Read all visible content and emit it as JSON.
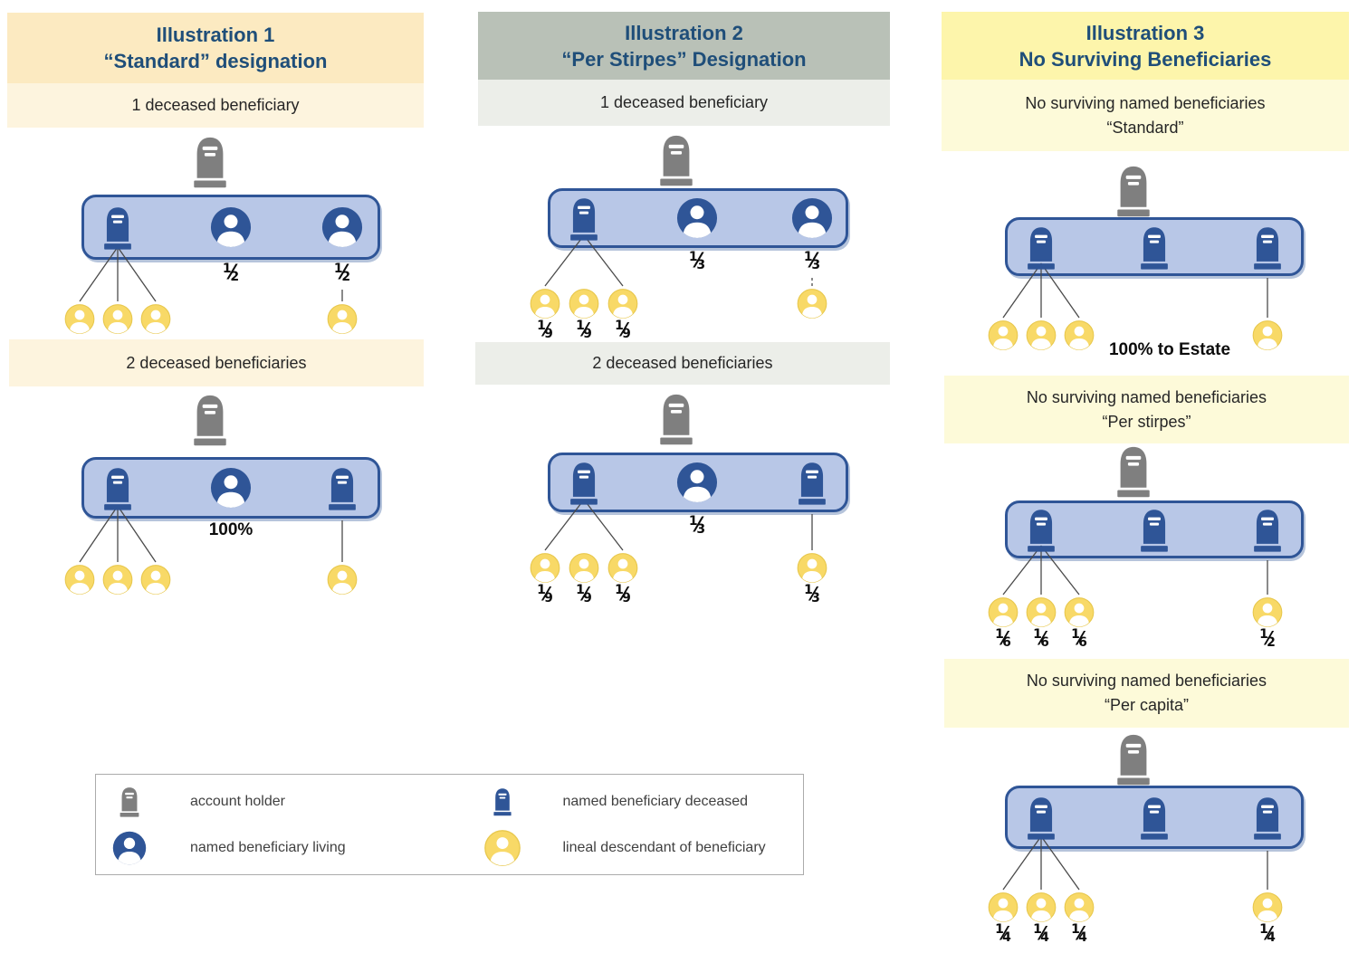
{
  "page_title": "Beneficiary designation illustrations",
  "colors": {
    "title_text": "#1F4E79",
    "box_fill": "#B8C7E7",
    "box_border": "#2F5597",
    "beneficiary_blue": "#2F5597",
    "account_holder_gray": "#7F7F7F",
    "descendant_yellow": "#F8D967",
    "descendant_yellow_rim": "#E8C84E",
    "connector_line": "#4A4A4A",
    "col1_header_bg": "#FCEAC1",
    "col1_banner_bg": "#FDF4DE",
    "col2_header_bg": "#B9C1B7",
    "col2_banner_bg": "#ECEEE9",
    "col3_header_bg": "#FDF5AB",
    "col3_banner_bg": "#FDFAD9"
  },
  "columns": [
    {
      "title_line1": "Illustration 1",
      "title_line2": "“Standard” designation",
      "scenarios": [
        {
          "banner_line1": "1 deceased beneficiary",
          "fan_lines": "all",
          "members": [
            {
              "type": "deceased",
              "descendants": {
                "count": 3,
                "shares": [
                  "",
                  "",
                  ""
                ]
              }
            },
            {
              "type": "living",
              "share": "1/2"
            },
            {
              "type": "living",
              "share": "1/2",
              "descendants": {
                "count": 1,
                "shares": [
                  ""
                ]
              }
            }
          ]
        },
        {
          "banner_line1": "2 deceased beneficiaries",
          "fan_lines": "all",
          "members": [
            {
              "type": "deceased",
              "descendants": {
                "count": 3,
                "shares": [
                  "",
                  "",
                  ""
                ]
              }
            },
            {
              "type": "living",
              "share": "100%"
            },
            {
              "type": "deceased",
              "descendants": {
                "count": 1,
                "shares": [
                  ""
                ]
              }
            }
          ]
        }
      ]
    },
    {
      "title_line1": "Illustration 2",
      "title_line2": "“Per Stirpes” Designation",
      "scenarios": [
        {
          "banner_line1": "1 deceased beneficiary",
          "fan_lines": "outer",
          "members": [
            {
              "type": "deceased",
              "descendants": {
                "count": 3,
                "shares": [
                  "1/9",
                  "1/9",
                  "1/9"
                ]
              }
            },
            {
              "type": "living",
              "share": "1/3"
            },
            {
              "type": "living",
              "share": "1/3",
              "descendants": {
                "count": 1,
                "shares": [
                  ""
                ],
                "line_style": "dashed"
              }
            }
          ]
        },
        {
          "banner_line1": "2 deceased beneficiaries",
          "fan_lines": "outer",
          "members": [
            {
              "type": "deceased",
              "descendants": {
                "count": 3,
                "shares": [
                  "1/9",
                  "1/9",
                  "1/9"
                ]
              }
            },
            {
              "type": "living",
              "share": "1/3"
            },
            {
              "type": "deceased",
              "descendants": {
                "count": 1,
                "shares": [
                  "1/3"
                ]
              }
            }
          ]
        }
      ]
    },
    {
      "title_line1": "Illustration 3",
      "title_line2": "No Surviving Beneficiaries",
      "scenarios": [
        {
          "banner_line1": "No surviving named beneficiaries",
          "banner_line2": "“Standard”",
          "fan_lines": "all",
          "note": "100% to Estate",
          "members": [
            {
              "type": "deceased",
              "descendants": {
                "count": 3,
                "shares": [
                  "",
                  "",
                  ""
                ]
              }
            },
            {
              "type": "deceased"
            },
            {
              "type": "deceased",
              "descendants": {
                "count": 1,
                "shares": [
                  ""
                ]
              }
            }
          ]
        },
        {
          "banner_line1": "No surviving named beneficiaries",
          "banner_line2": "“Per stirpes”",
          "fan_lines": "all",
          "members": [
            {
              "type": "deceased",
              "descendants": {
                "count": 3,
                "shares": [
                  "1/6",
                  "1/6",
                  "1/6"
                ]
              }
            },
            {
              "type": "deceased"
            },
            {
              "type": "deceased",
              "descendants": {
                "count": 1,
                "shares": [
                  "1/2"
                ]
              }
            }
          ]
        },
        {
          "banner_line1": "No surviving named beneficiaries",
          "banner_line2": "“Per capita”",
          "fan_lines": "all",
          "members": [
            {
              "type": "deceased",
              "descendants": {
                "count": 3,
                "shares": [
                  "1/4",
                  "1/4",
                  "1/4"
                ]
              }
            },
            {
              "type": "deceased"
            },
            {
              "type": "deceased",
              "descendants": {
                "count": 1,
                "shares": [
                  "1/4"
                ]
              }
            }
          ]
        }
      ]
    }
  ],
  "legend": {
    "items": [
      {
        "icon": "account-holder-tombstone-icon",
        "label": "account holder"
      },
      {
        "icon": "deceased-beneficiary-tombstone-icon",
        "label": "named beneficiary deceased"
      },
      {
        "icon": "living-beneficiary-icon",
        "label": "named beneficiary living"
      },
      {
        "icon": "lineal-descendant-icon",
        "label": "lineal descendant of beneficiary"
      }
    ]
  }
}
